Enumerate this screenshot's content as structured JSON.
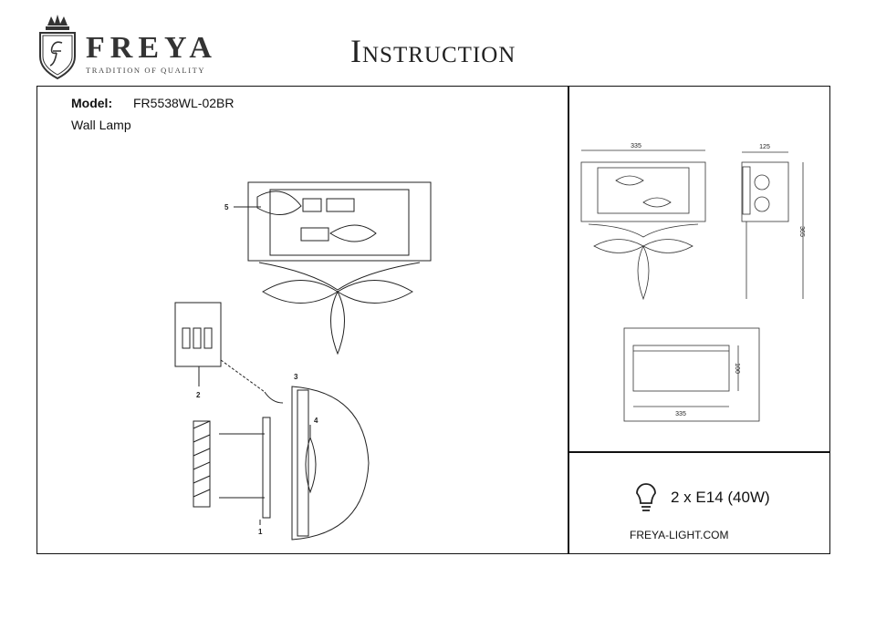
{
  "header": {
    "brand": "FREYA",
    "tagline": "TRADITION OF QUALITY",
    "title": "Instruction"
  },
  "product": {
    "model_label": "Model:",
    "model_value": "FR5538WL-02BR",
    "type": "Wall Lamp"
  },
  "assembly_callouts": [
    "1",
    "2",
    "3",
    "4",
    "5"
  ],
  "dimensions": {
    "front_width": "335",
    "side_depth": "125",
    "height": "365",
    "shade_height": "100",
    "shade_width": "335"
  },
  "specs": {
    "icon": "lightbulb-icon",
    "bulbs": "2 x E14 (40W)",
    "website": "FREYA-LIGHT.COM"
  }
}
